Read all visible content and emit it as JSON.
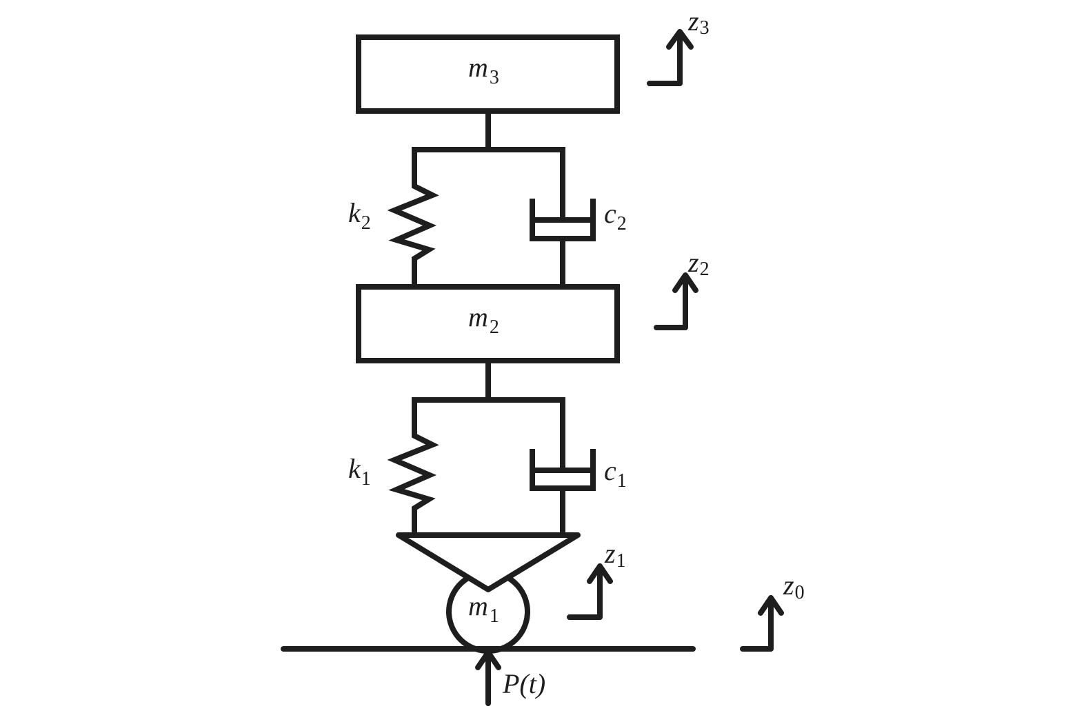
{
  "diagram": {
    "title": "Three-mass spring-damper model",
    "masses": [
      {
        "id": "m3",
        "symbol": "m",
        "subscript": "3",
        "shape": "rectangle"
      },
      {
        "id": "m2",
        "symbol": "m",
        "subscript": "2",
        "shape": "rectangle"
      },
      {
        "id": "m1",
        "symbol": "m",
        "subscript": "1",
        "shape": "circle"
      }
    ],
    "springs": [
      {
        "id": "k2",
        "symbol": "k",
        "subscript": "2",
        "connects": [
          "m3",
          "m2"
        ]
      },
      {
        "id": "k1",
        "symbol": "k",
        "subscript": "1",
        "connects": [
          "m2",
          "m1"
        ]
      }
    ],
    "dampers": [
      {
        "id": "c2",
        "symbol": "c",
        "subscript": "2",
        "connects": [
          "m3",
          "m2"
        ]
      },
      {
        "id": "c1",
        "symbol": "c",
        "subscript": "1",
        "connects": [
          "m2",
          "m1"
        ]
      }
    ],
    "displacements": [
      {
        "id": "z3",
        "symbol": "z",
        "subscript": "3",
        "direction": "up"
      },
      {
        "id": "z2",
        "symbol": "z",
        "subscript": "2",
        "direction": "up"
      },
      {
        "id": "z1",
        "symbol": "z",
        "subscript": "1",
        "direction": "up"
      },
      {
        "id": "z0",
        "symbol": "z",
        "subscript": "0",
        "direction": "up"
      }
    ],
    "force": {
      "label": "P(t)",
      "direction": "up"
    },
    "colors": {
      "stroke": "#1e1e1e",
      "background": "#ffffff"
    }
  }
}
